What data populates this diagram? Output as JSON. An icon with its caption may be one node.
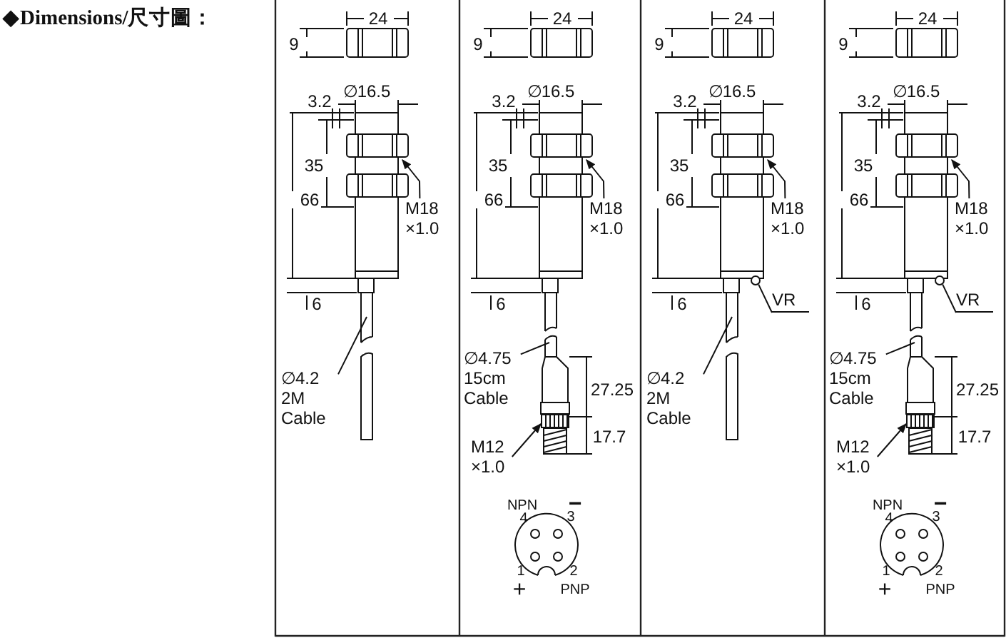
{
  "diagram": {
    "title": "◆Dimensions/尺寸圖：",
    "nodes": [
      {
        "text": [
          "M18 ×1.0"
        ]
      },
      {
        "text": [
          "∅4.2 2M Cable"
        ]
      },
      {
        "text": [
          "M18 ×1.0"
        ]
      },
      {
        "text": [
          "∅4.75 15cm Cable"
        ]
      },
      {
        "text": [
          "M12 ×1.0"
        ]
      },
      {
        "text": [
          "M18 ×1.0"
        ]
      },
      {
        "text": [
          "VR"
        ]
      },
      {
        "text": [
          "∅4.2 2M Cable"
        ]
      },
      {
        "text": [
          "M18 ×1.0"
        ]
      },
      {
        "text": [
          "VR"
        ]
      },
      {
        "text": [
          "∅4.75 15cm Cable"
        ]
      },
      {
        "text": [
          "M12 ×1.0"
        ]
      },
      {
        "text": [],
        "shape": "circle"
      },
      {
        "text": [],
        "shape": "circle"
      },
      {
        "text": [],
        "shape": "box"
      },
      {
        "text": [],
        "shape": "box"
      }
    ],
    "edges": [
      {
        "from": 0,
        "to": null,
        "arrow": "to"
      },
      {
        "from": 1,
        "to": null,
        "arrow": "none"
      },
      {
        "from": 2,
        "to": null,
        "arrow": "to"
      },
      {
        "from": 3,
        "to": null,
        "arrow": "none"
      },
      {
        "from": 4,
        "to": 14,
        "arrow": "to"
      },
      {
        "from": 5,
        "to": null,
        "arrow": "to"
      },
      {
        "from": 6,
        "to": 12,
        "arrow": "none"
      },
      {
        "from": 7,
        "to": null,
        "arrow": "none"
      },
      {
        "from": 8,
        "to": null,
        "arrow": "to"
      },
      {
        "from": 9,
        "to": 13,
        "arrow": "none"
      },
      {
        "from": 10,
        "to": null,
        "arrow": "none"
      },
      {
        "from": 11,
        "to": 15,
        "arrow": "to"
      }
    ],
    "labels": [
      "24",
      "9",
      "∅16.5",
      "3.2",
      "35",
      "66",
      "6",
      "24",
      "9",
      "∅16.5",
      "3.2",
      "35",
      "66",
      "6",
      "27.25",
      "17.7",
      "NPN",
      "−",
      "4",
      "3",
      "1",
      "2",
      "+",
      "PNP",
      "24",
      "9",
      "∅16.5",
      "3.2",
      "35",
      "66",
      "6",
      "24",
      "9",
      "∅16.5",
      "3.2",
      "35",
      "66",
      "6",
      "27.25",
      "17.7",
      "NPN",
      "−",
      "4",
      "3",
      "1",
      "2",
      "+",
      "PNP"
    ]
  }
}
